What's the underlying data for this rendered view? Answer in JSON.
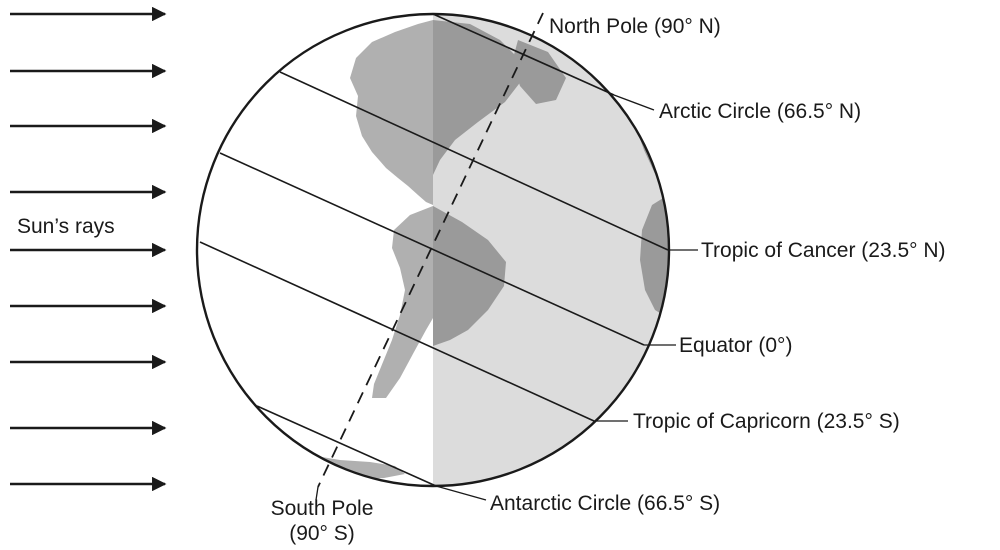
{
  "rays": {
    "label": "Sun’s rays",
    "count": 9
  },
  "labels": {
    "north_pole": "North Pole (90° N)",
    "arctic_circle": "Arctic Circle (66.5° N)",
    "tropic_cancer": "Tropic of Cancer (23.5° N)",
    "equator": "Equator (0°)",
    "tropic_capricorn": "Tropic of Capricorn (23.5° S)",
    "antarctic_circle": "Antarctic Circle (66.5° S)",
    "south_pole_line1": "South Pole",
    "south_pole_line2": "(90° S)"
  },
  "colors": {
    "night_side": "#dcdcdc",
    "land_day": "#b0b0b0",
    "land_night": "#9a9a9a",
    "line": "#1a1a1a"
  }
}
